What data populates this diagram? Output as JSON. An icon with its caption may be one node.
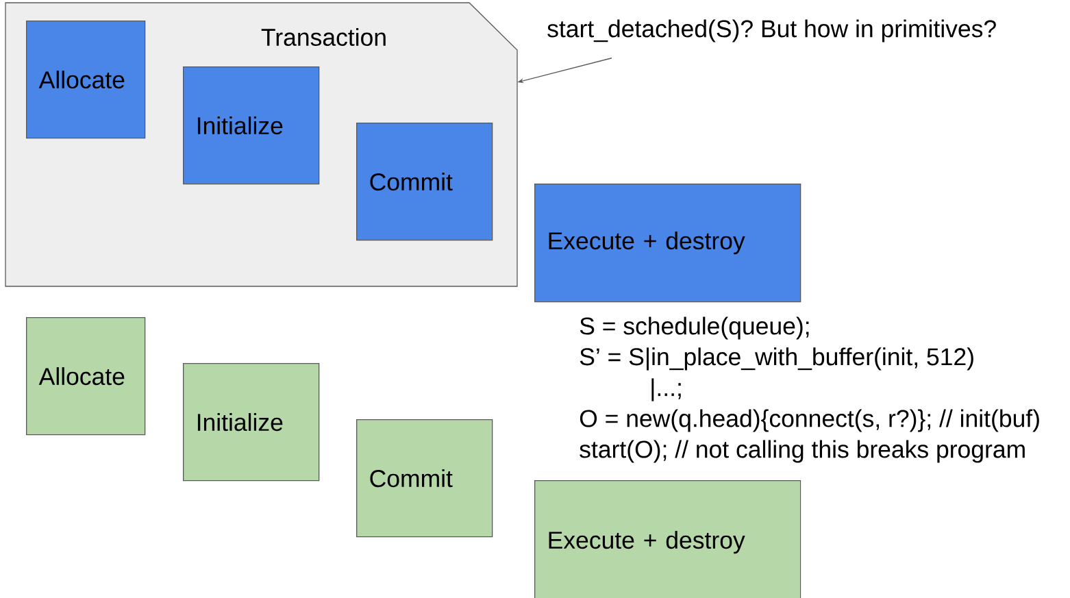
{
  "diagram": {
    "nodes": [
      {
        "text": [
          "Transaction"
        ]
      },
      {
        "text": [
          "Allocate"
        ],
        "in": 0
      },
      {
        "text": [
          "Initialize"
        ],
        "in": 0
      },
      {
        "text": [
          "Commit"
        ],
        "in": 0
      },
      {
        "text": [
          "Execute + destroy"
        ]
      },
      {
        "text": [
          "start_detached(S)? But how in primitives?"
        ]
      },
      {
        "text": [
          "Allocate"
        ]
      },
      {
        "text": [
          "Initialize"
        ]
      },
      {
        "text": [
          "Commit"
        ]
      },
      {
        "text": [
          "Execute + destroy"
        ]
      }
    ],
    "edges": [
      {
        "from": 5,
        "to": 0,
        "arrow": "to"
      }
    ],
    "labels": [
      "S = schedule(queue);",
      "S’ = S|in_place_with_buffer(init, 512)",
      "|...;",
      "O = new(q.head){connect(s, r?)}; // init(buf)",
      "start(O); // not calling this breaks program"
    ]
  }
}
